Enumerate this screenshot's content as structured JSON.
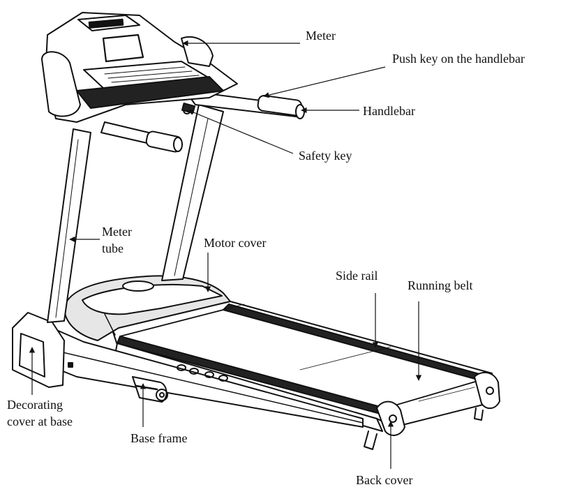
{
  "labels": {
    "meter": "Meter",
    "push_key": "Push key on the handlebar",
    "handlebar": "Handlebar",
    "safety_key": "Safety key",
    "meter_tube_line1": "Meter",
    "meter_tube_line2": "tube",
    "motor_cover": "Motor cover",
    "side_rail": "Side rail",
    "running_belt": "Running belt",
    "decorating_cover_line1": "Decorating",
    "decorating_cover_line2": "cover at base",
    "base_frame": "Base frame",
    "back_cover": "Back cover"
  },
  "colors": {
    "ink": "#111111",
    "paper": "#ffffff",
    "dark_fill": "#222222",
    "mid_fill": "#e6e6e6"
  }
}
